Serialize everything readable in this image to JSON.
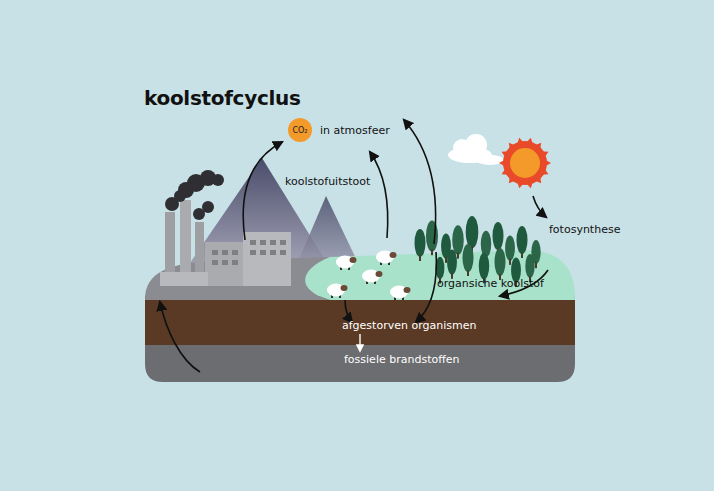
{
  "diagram": {
    "title": "koolstofcyclus",
    "nodes": [
      {
        "text": [
          "CO₂",
          "in atmosfeer"
        ]
      },
      {
        "text": [
          "afgestorven organismen"
        ]
      },
      {
        "text": [
          "fossiele brandstoffen"
        ]
      }
    ],
    "edges": [
      {
        "from": 1,
        "to": 2,
        "arrow": "to"
      }
    ],
    "labels": [
      "koolstofuitstoot",
      "fotosynthese",
      "organsiche koolstof"
    ]
  }
}
